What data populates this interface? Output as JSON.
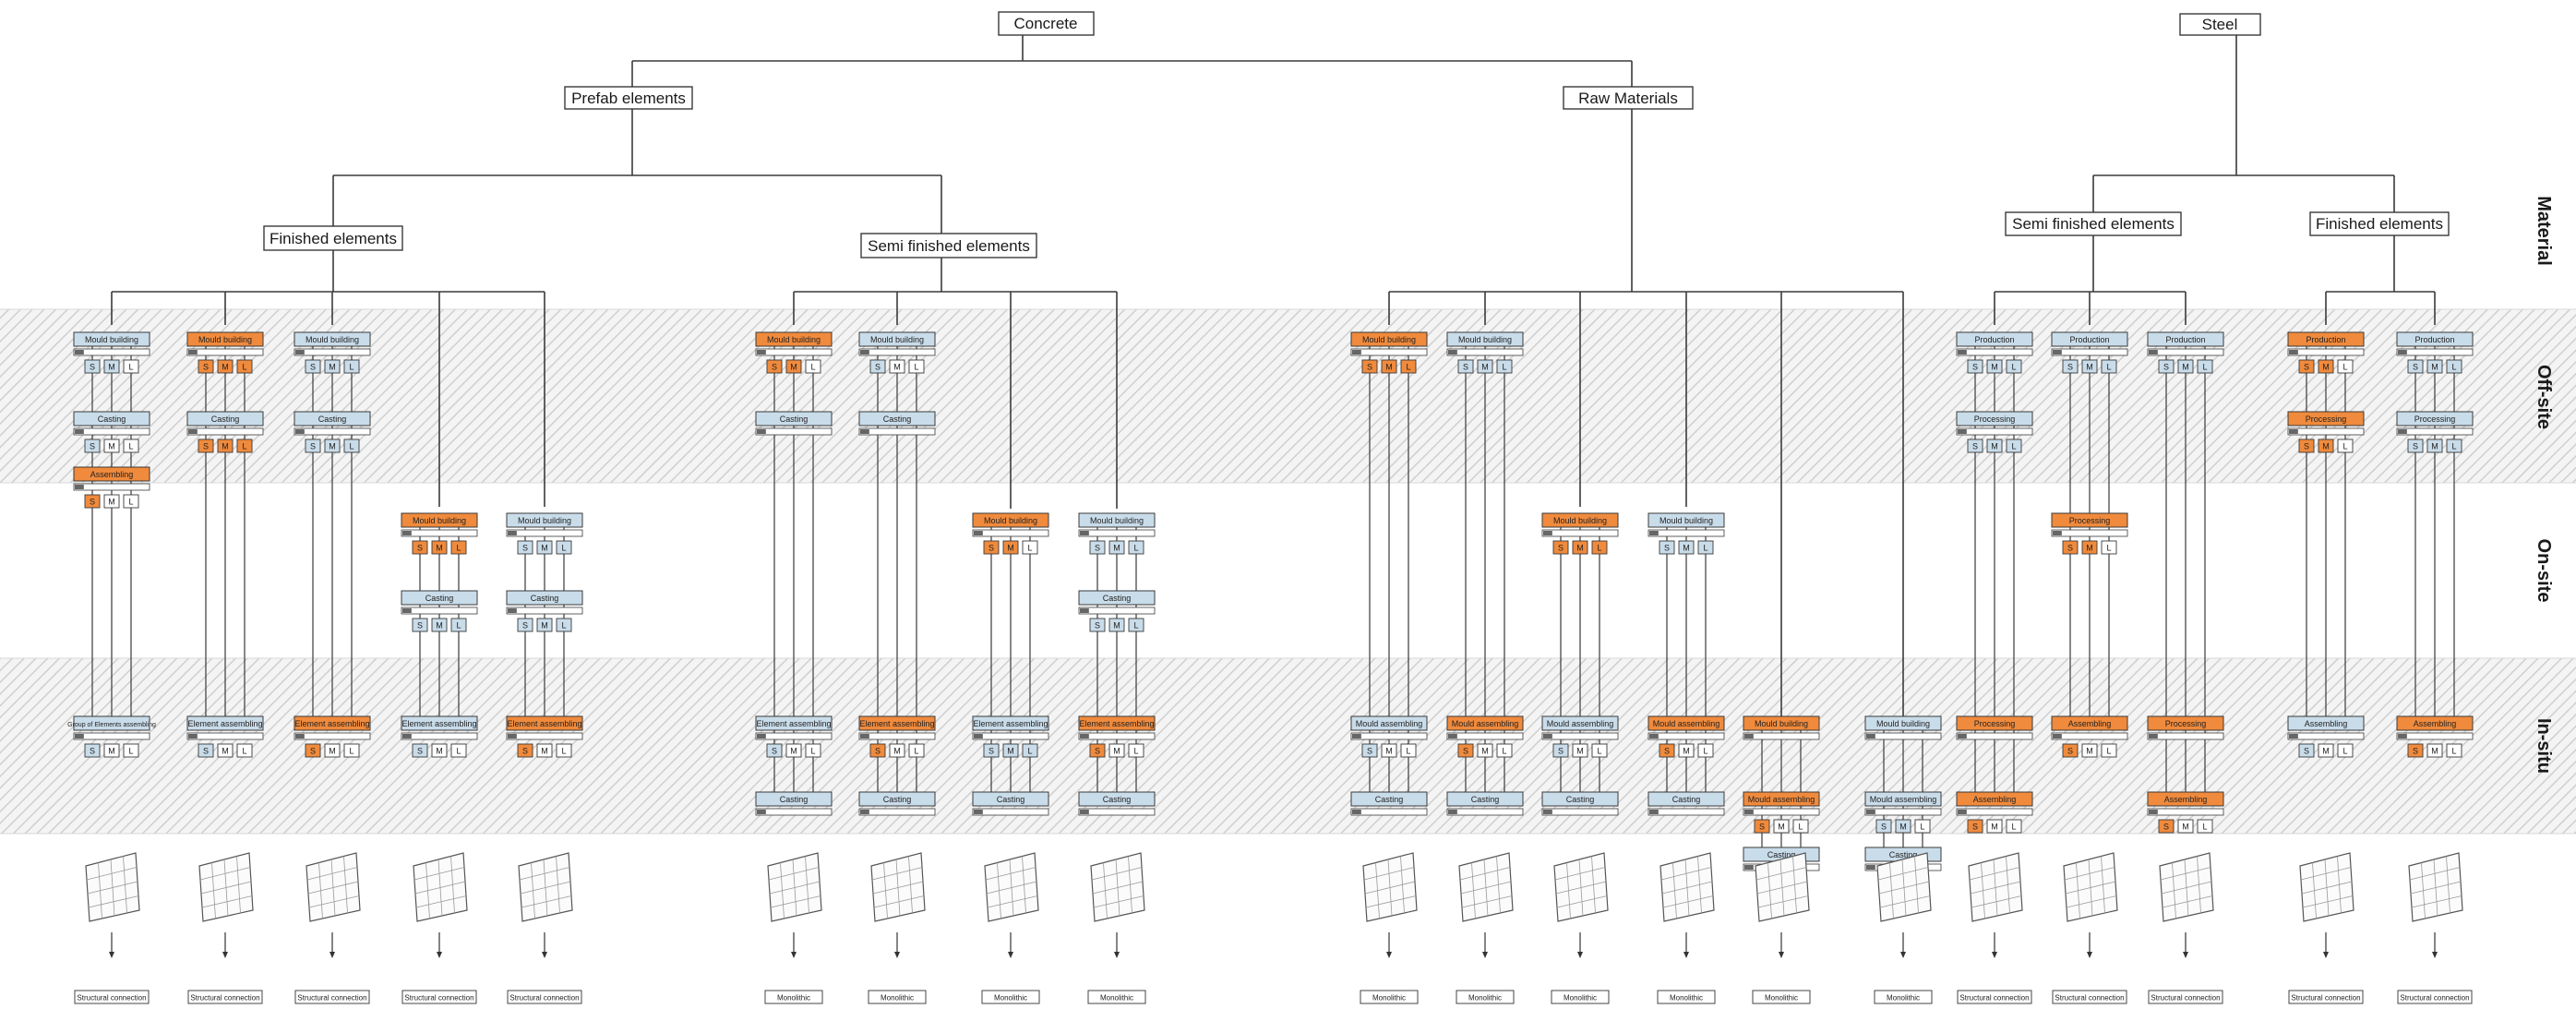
{
  "tree": {
    "concrete": "Concrete",
    "steel": "Steel",
    "prefab": "Prefab elements",
    "raw": "Raw Materials",
    "finished_concrete": "Finished elements",
    "semi_concrete": "Semi finished elements",
    "semi_steel": "Semi finished elements",
    "finished_steel": "Finished elements"
  },
  "bands": {
    "material": "Material",
    "offsite": "Off-site",
    "onsite": "On-site",
    "insitu": "In-situ"
  },
  "sml": [
    "S",
    "M",
    "L"
  ],
  "colors": {
    "orange": "#f08a3c",
    "blue": "#c9dcea",
    "hatch": "#c8c8c8",
    "line": "#3a3a3a"
  },
  "columns": [
    {
      "steps": [
        {
          "zone": "off",
          "label": "Mould building",
          "color": "blue",
          "sml": "bbw"
        },
        {
          "zone": "off",
          "label": "Casting",
          "color": "blue",
          "sml": "bwn"
        },
        {
          "zone": "off",
          "label": "Assembling",
          "color": "orange",
          "sml": "oww"
        },
        {
          "zone": "in",
          "label": "Group of Elements assembling",
          "color": "blue",
          "sml": "bww"
        }
      ],
      "connection": "Structural connection"
    },
    {
      "steps": [
        {
          "zone": "off",
          "label": "Mould building",
          "color": "orange",
          "sml": "ooo"
        },
        {
          "zone": "off",
          "label": "Casting",
          "color": "blue",
          "sml": "ooo"
        },
        {
          "zone": "in",
          "label": "Element assembling",
          "color": "blue",
          "sml": "bww"
        }
      ],
      "connection": "Structural connection"
    },
    {
      "steps": [
        {
          "zone": "off",
          "label": "Mould building",
          "color": "blue",
          "sml": "bbb"
        },
        {
          "zone": "off",
          "label": "Casting",
          "color": "blue",
          "sml": "bbb"
        },
        {
          "zone": "in",
          "label": "Element assembling",
          "color": "orange",
          "sml": "oww"
        }
      ],
      "connection": "Structural connection"
    },
    {
      "steps": [
        {
          "zone": "on",
          "label": "Mould building",
          "color": "orange",
          "sml": "ooo"
        },
        {
          "zone": "on",
          "label": "Casting",
          "color": "blue",
          "sml": "bbb"
        },
        {
          "zone": "in",
          "label": "Element assembling",
          "color": "blue",
          "sml": "bww"
        }
      ],
      "connection": "Structural connection"
    },
    {
      "steps": [
        {
          "zone": "on",
          "label": "Mould building",
          "color": "blue",
          "sml": "bbb"
        },
        {
          "zone": "on",
          "label": "Casting",
          "color": "blue",
          "sml": "bbb"
        },
        {
          "zone": "in",
          "label": "Element assembling",
          "color": "orange",
          "sml": "oww"
        }
      ],
      "connection": "Structural connection"
    },
    {
      "steps": [
        {
          "zone": "off",
          "label": "Mould building",
          "color": "orange",
          "sml": "oow"
        },
        {
          "zone": "off",
          "label": "Casting",
          "color": "blue",
          "sml": "nnn"
        },
        {
          "zone": "in",
          "label": "Element assembling",
          "color": "blue",
          "sml": "bww"
        },
        {
          "zone": "in",
          "label": "Casting",
          "color": "blue",
          "sml": "nnn"
        }
      ],
      "connection": "Monolithic"
    },
    {
      "steps": [
        {
          "zone": "off",
          "label": "Mould building",
          "color": "blue",
          "sml": "bww"
        },
        {
          "zone": "off",
          "label": "Casting",
          "color": "blue",
          "sml": "nnn"
        },
        {
          "zone": "in",
          "label": "Element assembling",
          "color": "orange",
          "sml": "oww"
        },
        {
          "zone": "in",
          "label": "Casting",
          "color": "blue",
          "sml": "nnn"
        }
      ],
      "connection": "Monolithic"
    },
    {
      "steps": [
        {
          "zone": "on",
          "label": "Mould building",
          "color": "orange",
          "sml": "oow"
        },
        {
          "zone": "in",
          "label": "Element assembling",
          "color": "blue",
          "sml": "bbb"
        },
        {
          "zone": "in",
          "label": "Casting",
          "color": "blue",
          "sml": "nnn"
        }
      ],
      "connection": "Monolithic"
    },
    {
      "steps": [
        {
          "zone": "on",
          "label": "Mould building",
          "color": "blue",
          "sml": "bbb"
        },
        {
          "zone": "on",
          "label": "Casting",
          "color": "blue",
          "sml": "bbb"
        },
        {
          "zone": "in",
          "label": "Element assembling",
          "color": "orange",
          "sml": "oww"
        },
        {
          "zone": "in",
          "label": "Casting",
          "color": "blue",
          "sml": "nnn"
        }
      ],
      "connection": "Monolithic"
    },
    {
      "steps": [
        {
          "zone": "off",
          "label": "Mould building",
          "color": "orange",
          "sml": "ooo"
        },
        {
          "zone": "in",
          "label": "Mould assembling",
          "color": "blue",
          "sml": "bww"
        },
        {
          "zone": "in",
          "label": "Casting",
          "color": "blue",
          "sml": "nnn"
        }
      ],
      "connection": "Monolithic"
    },
    {
      "steps": [
        {
          "zone": "off",
          "label": "Mould building",
          "color": "blue",
          "sml": "bbb"
        },
        {
          "zone": "in",
          "label": "Mould assembling",
          "color": "orange",
          "sml": "oww"
        },
        {
          "zone": "in",
          "label": "Casting",
          "color": "blue",
          "sml": "nnn"
        }
      ],
      "connection": "Monolithic"
    },
    {
      "steps": [
        {
          "zone": "on",
          "label": "Mould building",
          "color": "orange",
          "sml": "ooo"
        },
        {
          "zone": "in",
          "label": "Mould assembling",
          "color": "blue",
          "sml": "bww"
        },
        {
          "zone": "in",
          "label": "Casting",
          "color": "blue",
          "sml": "nnn"
        }
      ],
      "connection": "Monolithic"
    },
    {
      "steps": [
        {
          "zone": "on",
          "label": "Mould building",
          "color": "blue",
          "sml": "bbb"
        },
        {
          "zone": "in",
          "label": "Mould assembling",
          "color": "orange",
          "sml": "oww"
        },
        {
          "zone": "in",
          "label": "Casting",
          "color": "blue",
          "sml": "nnn"
        }
      ],
      "connection": "Monolithic"
    },
    {
      "steps": [
        {
          "zone": "in",
          "label": "Mould building",
          "color": "orange",
          "sml": "n"
        },
        {
          "zone": "in",
          "label": "Mould assembling",
          "color": "orange",
          "sml": "oww"
        },
        {
          "zone": "in",
          "label": "Casting",
          "color": "blue",
          "sml": "nnn"
        }
      ],
      "connection": "Monolithic"
    },
    {
      "steps": [
        {
          "zone": "in",
          "label": "Mould building",
          "color": "blue",
          "sml": "n"
        },
        {
          "zone": "in",
          "label": "Mould assembling",
          "color": "blue",
          "sml": "bbw"
        },
        {
          "zone": "in",
          "label": "Casting",
          "color": "blue",
          "sml": "nnn"
        }
      ],
      "connection": "Monolithic"
    },
    {
      "steps": [
        {
          "zone": "off",
          "label": "Production",
          "color": "blue",
          "sml": "bbb"
        },
        {
          "zone": "off",
          "label": "Processing",
          "color": "blue",
          "sml": "bbb"
        },
        {
          "zone": "in",
          "label": "Processing",
          "color": "orange",
          "sml": "n"
        },
        {
          "zone": "in",
          "label": "Assembling",
          "color": "orange",
          "sml": "oww"
        }
      ],
      "connection": "Structural connection"
    },
    {
      "steps": [
        {
          "zone": "off",
          "label": "Production",
          "color": "blue",
          "sml": "bbb"
        },
        {
          "zone": "on",
          "label": "Processing",
          "color": "orange",
          "sml": "oow"
        },
        {
          "zone": "in",
          "label": "Assembling",
          "color": "orange",
          "sml": "oww"
        }
      ],
      "connection": "Structural connection"
    },
    {
      "steps": [
        {
          "zone": "off",
          "label": "Production",
          "color": "blue",
          "sml": "bbb"
        },
        {
          "zone": "in",
          "label": "Processing",
          "color": "orange",
          "sml": "n"
        },
        {
          "zone": "in",
          "label": "Assembling",
          "color": "orange",
          "sml": "oww"
        }
      ],
      "connection": "Structural connection"
    },
    {
      "steps": [
        {
          "zone": "off",
          "label": "Production",
          "color": "orange",
          "sml": "oow"
        },
        {
          "zone": "off",
          "label": "Processing",
          "color": "orange",
          "sml": "oow"
        },
        {
          "zone": "in",
          "label": "Assembling",
          "color": "blue",
          "sml": "bww"
        }
      ],
      "connection": "Structural connection"
    },
    {
      "steps": [
        {
          "zone": "off",
          "label": "Production",
          "color": "blue",
          "sml": "bbb"
        },
        {
          "zone": "off",
          "label": "Processing",
          "color": "blue",
          "sml": "bbb"
        },
        {
          "zone": "in",
          "label": "Assembling",
          "color": "orange",
          "sml": "oww"
        }
      ],
      "connection": "Structural connection"
    }
  ]
}
